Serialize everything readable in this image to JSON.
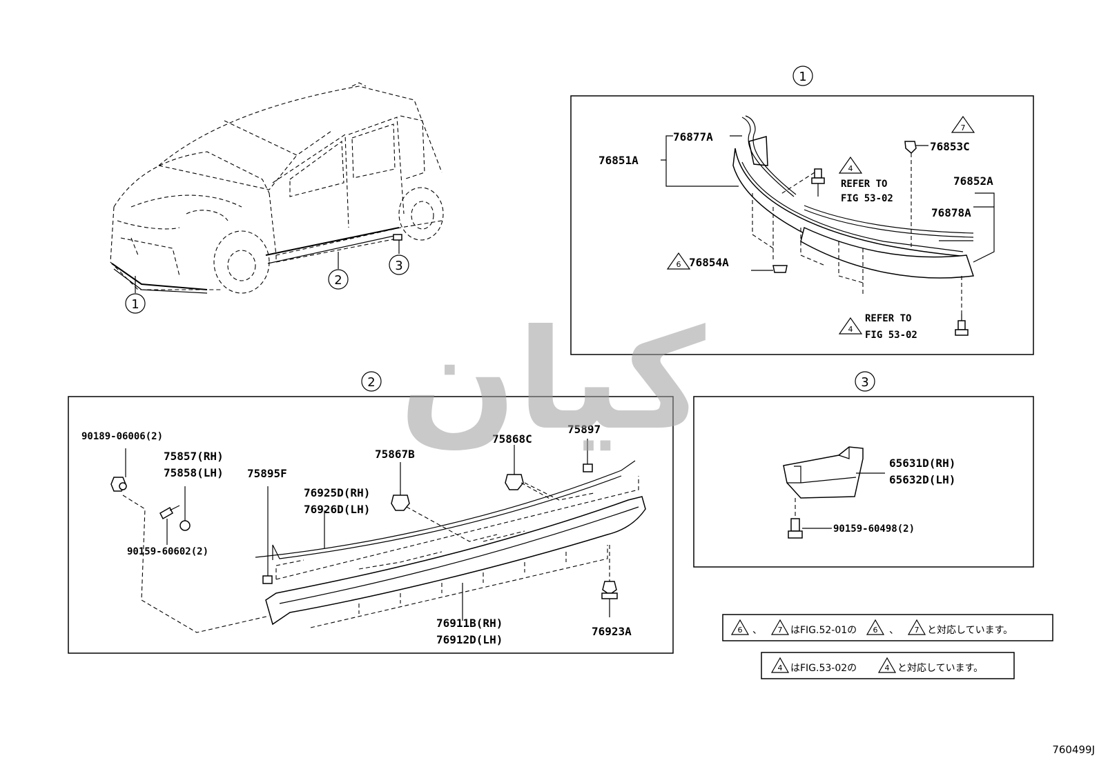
{
  "callouts": {
    "c1": "1",
    "c2": "2",
    "c3": "3"
  },
  "section1": {
    "labels": {
      "p76877A": "76877A",
      "p76851A": "76851A",
      "p76853C": "76853C",
      "p76852A": "76852A",
      "p76878A": "76878A",
      "p76854A": "76854A"
    },
    "refer_top": {
      "line1": "REFER TO",
      "line2": "FIG 53-02",
      "tri": "4"
    },
    "refer_bottom": {
      "line1": "REFER TO",
      "line2": "FIG 53-02",
      "tri": "4"
    },
    "tri_7": "7",
    "tri_6": "6"
  },
  "section2": {
    "labels": {
      "p90189": "90189-06006(2)",
      "p75857": "75857(RH)",
      "p75858": "75858(LH)",
      "p75895F": "75895F",
      "p75867B": "75867B",
      "p75868C": "75868C",
      "p75897": "75897",
      "p76925D": "76925D(RH)",
      "p76926D": "76926D(LH)",
      "p90159a": "90159-60602(2)",
      "p76911B": "76911B(RH)",
      "p76912D": "76912D(LH)",
      "p76923A": "76923A"
    }
  },
  "section3": {
    "labels": {
      "p65631D": "65631D(RH)",
      "p65632D": "65632D(LH)",
      "p90159b": "90159-60498(2)"
    }
  },
  "notes": {
    "note1": {
      "tri_a": "6",
      "sep": "、",
      "tri_b": "7",
      "text1": "はFIG.52-01の",
      "tri_c": "6",
      "sep2": "、",
      "tri_d": "7",
      "text2": "と対応しています。"
    },
    "note2": {
      "tri_a": "4",
      "text1": "はFIG.53-02の",
      "tri_b": "4",
      "text2": "と対応しています。"
    }
  },
  "watermark": "کیان",
  "figure_code": "760499J"
}
